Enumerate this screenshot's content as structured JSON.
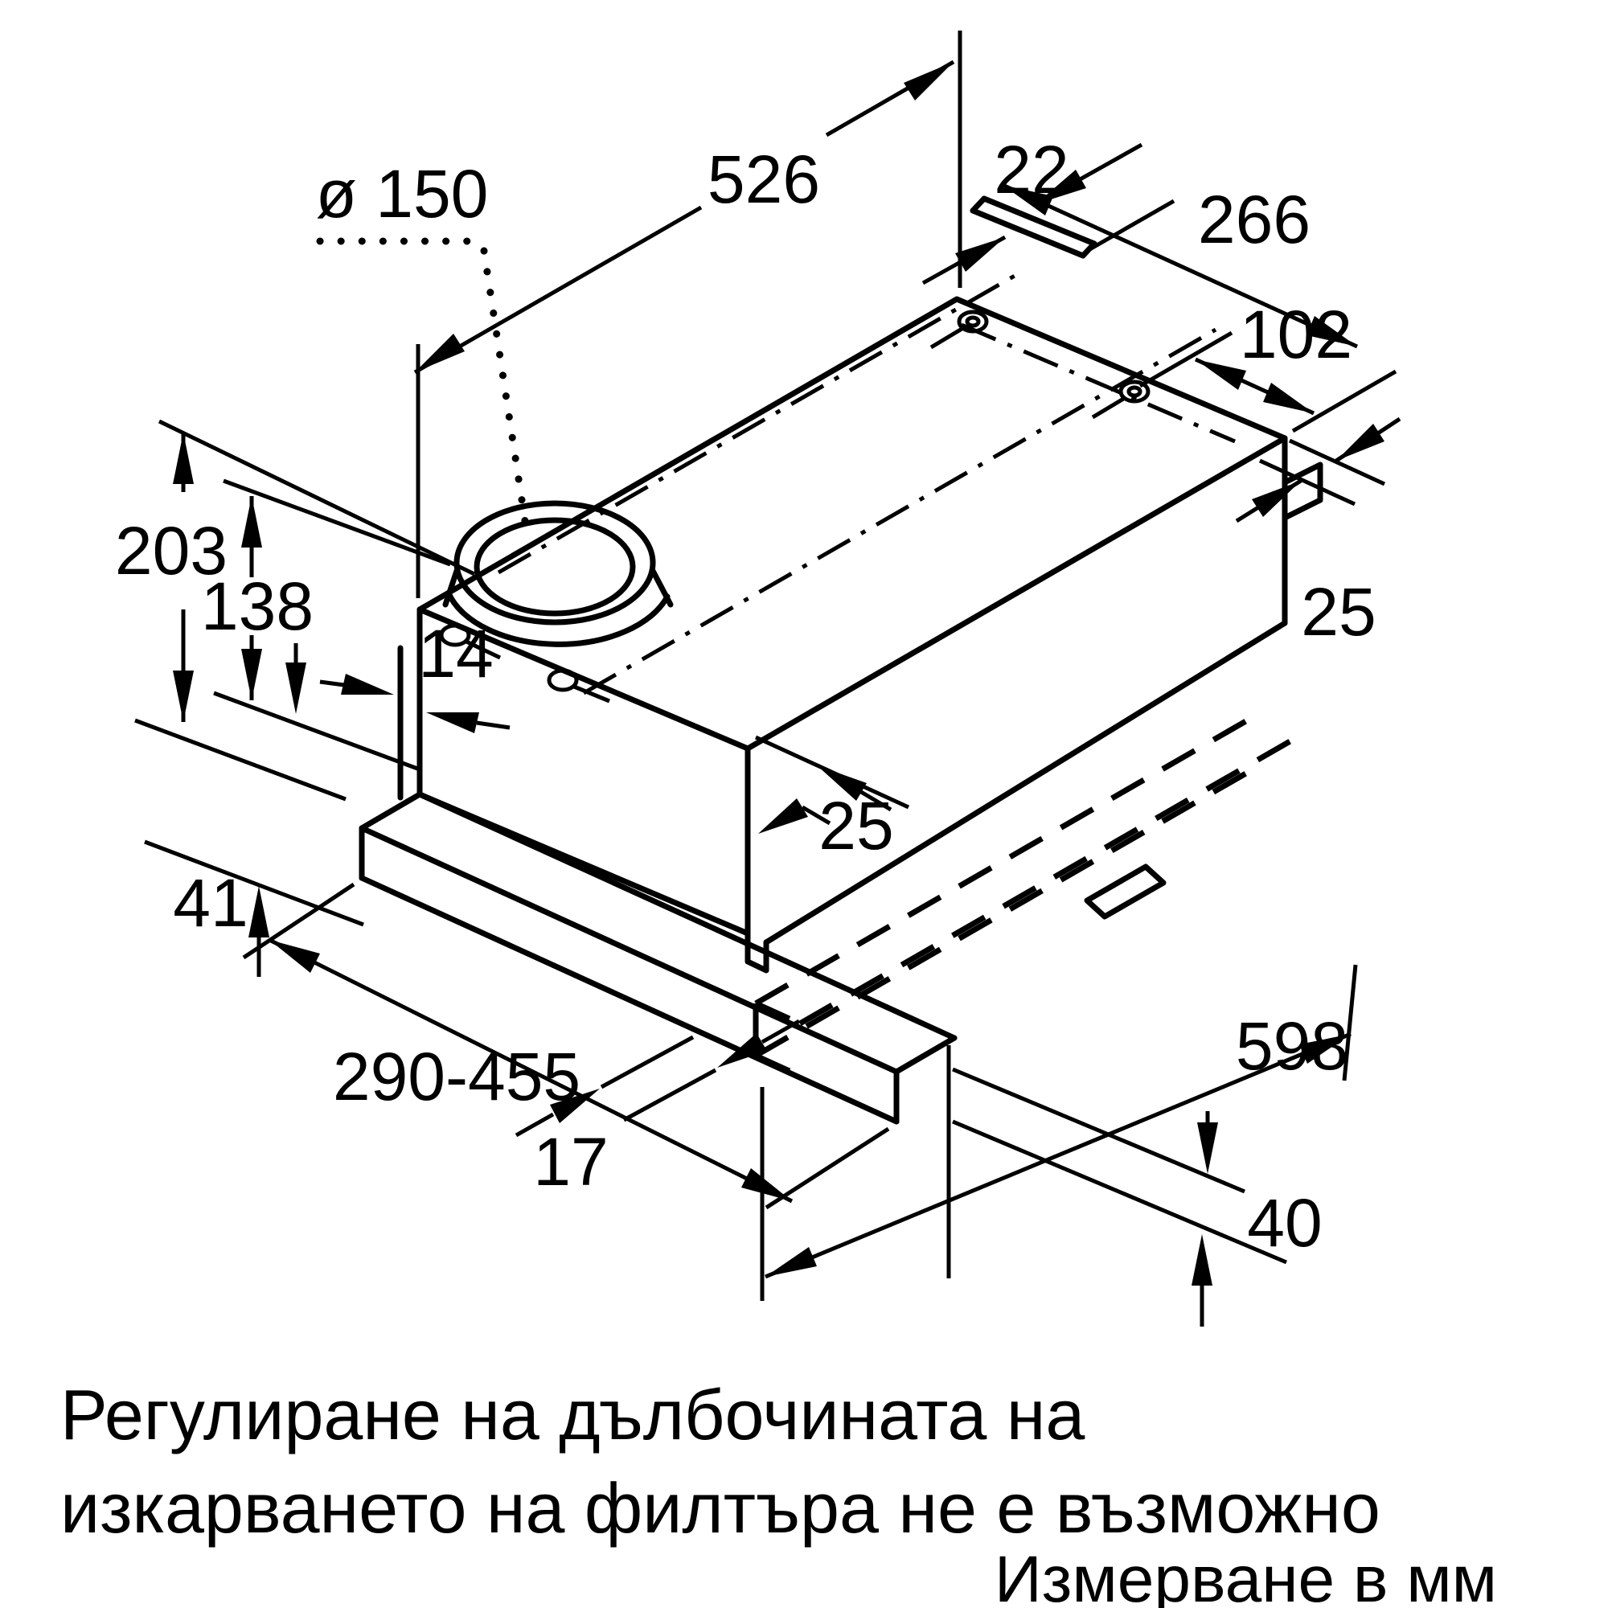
{
  "drawing": {
    "type": "appliance installation dimension drawing",
    "product": "telescopic built-in cooker hood",
    "dims": {
      "duct_diameter": "ø 150",
      "body_width": "526",
      "rail_gap": "22",
      "end_depth": "266",
      "screw_offset": "102",
      "end_clearance": "25",
      "total_height": "203",
      "body_height": "138",
      "front_offset": "14",
      "filter_clearance": "25",
      "strip_height": "41",
      "depth_range": "290-455",
      "visor_width": "598",
      "visor_height": "40",
      "visor_thickness": "17"
    },
    "notes": {
      "line1": "Регулиране на дълбочината на",
      "line2": "изкарването на филтъра не е възможно",
      "units": "Измерване в мм"
    },
    "colors": {
      "line": "#000000",
      "background": "#ffffff"
    }
  }
}
